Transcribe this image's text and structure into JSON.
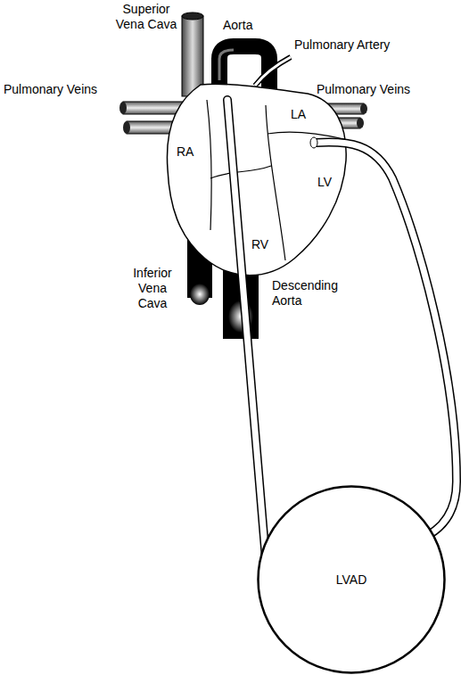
{
  "diagram": {
    "nodes": [
      {
        "text": [
          "LVAD"
        ]
      }
    ],
    "labels": [
      "Superior Vena Cava",
      "Aorta",
      "Pulmonary Artery",
      "Pulmonary Veins",
      "Pulmonary Veins",
      "LA",
      "RA",
      "LV",
      "RV",
      "Inferior Vena Cava",
      "Descending Aorta"
    ]
  }
}
